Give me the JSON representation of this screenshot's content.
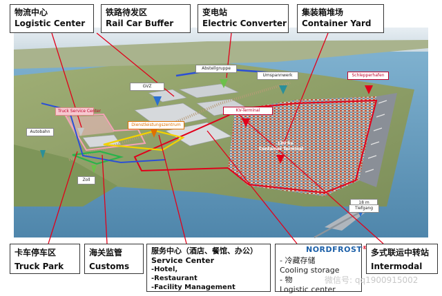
{
  "callouts_top": [
    {
      "cn": "物流中心",
      "en": "Logistic Center"
    },
    {
      "cn": "铁路待发区",
      "en": "Rail Car Buffer"
    },
    {
      "cn": "变电站",
      "en": "Electric Converter"
    },
    {
      "cn": "集装箱堆场",
      "en": "Container Yard"
    }
  ],
  "callouts_bottom": {
    "truck_park": {
      "cn": "卡车停车区",
      "en": "Truck Park"
    },
    "customs": {
      "cn": "海关监管",
      "en": "Customs"
    },
    "service_center": {
      "cn": "服务中心（酒店、餐馆、办公）",
      "en": "Service Center",
      "items": [
        "-Hotel,",
        "-Restaurant",
        "-Facility Management"
      ]
    },
    "nordfrost": {
      "logo_a": "NORD",
      "logo_b": "FROST",
      "logo_mark": "®",
      "cn_line": "-  冷藏存储",
      "en_line": "Cooling storage",
      "cn_line2": "-  物",
      "en_line2": "Logistic center"
    },
    "intermodal": {
      "cn": "多式联运中转站",
      "en": "Intermodal"
    }
  },
  "map_labels": {
    "truck_service": "Truck Service Center",
    "autobahn": "Autobahn",
    "zoll": "Zoll",
    "dienstleistung": "Dienstleistungszentrum",
    "gvz": "GVZ",
    "schienen": "Abstellgruppe",
    "umspannwerk": "Umspannwerk",
    "schlepper": "Schlepperhafen",
    "kv_terminal": "KV-Terminal",
    "container_terminal": "Container Terminal",
    "container_terminal_top": "130 ha",
    "tiefgang": "Tiefgang",
    "tiefgang_top": "18 m"
  },
  "watermark": "微信号: qq1900915002",
  "colors": {
    "leader": "#e1001a",
    "terminal_outline": "#e1001a",
    "rail_line": "#2b4fd6",
    "green_marker": "#6cc04a",
    "teal_marker": "#2a8f9a",
    "blue_marker": "#2b6fd0",
    "water": "#5f9bbf",
    "land": "#8fa06a"
  }
}
